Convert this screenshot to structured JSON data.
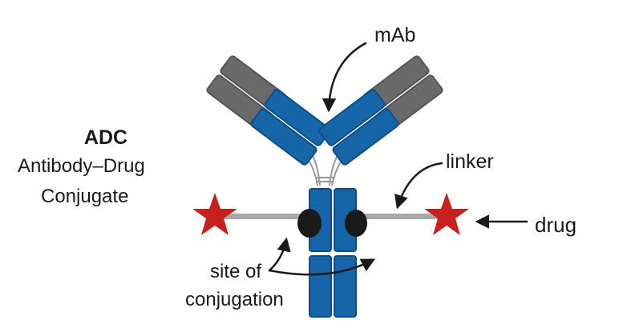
{
  "labels": {
    "title": "ADC",
    "subtitle_line1": "Antibody–Drug",
    "subtitle_line2": "Conjugate",
    "mab": "mAb",
    "linker": "linker",
    "drug": "drug",
    "site_line1": "site of",
    "site_line2": "conjugation"
  },
  "colors": {
    "heavy_chain_blue": "#1565a8",
    "blue_outline": "#0d4e88",
    "light_chain_gray": "#6a6a6a",
    "drug_red": "#c8201e",
    "linker_gray": "#a8a8a8",
    "conjugation_site": "#1a1a1a",
    "text": "#1a1a1a"
  }
}
